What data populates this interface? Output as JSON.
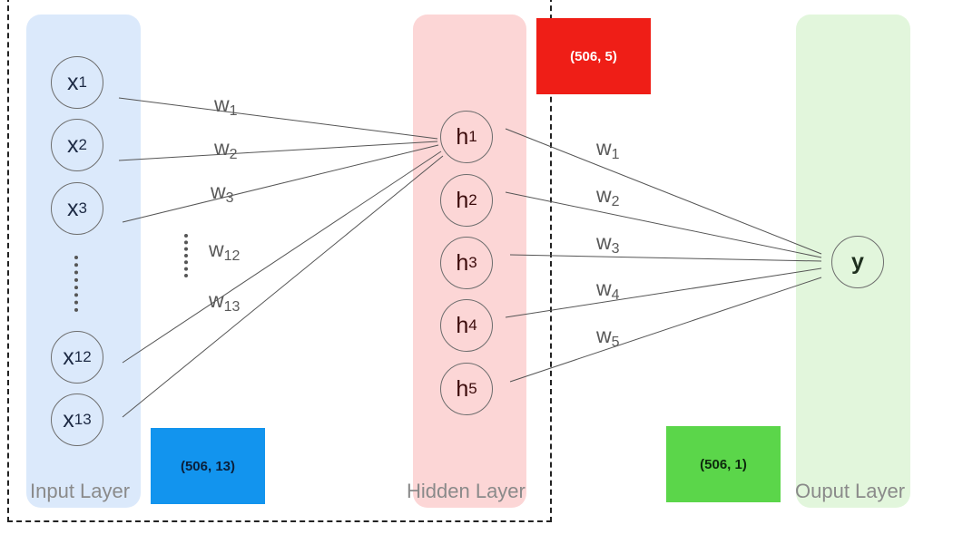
{
  "layers": {
    "input": {
      "label": "Input Layer",
      "color": "#dbe9fb"
    },
    "hidden": {
      "label": "Hidden Layer",
      "color": "#fcd6d6"
    },
    "output": {
      "label": "Ouput Layer",
      "color": "#e2f6dc"
    }
  },
  "input_nodes": [
    {
      "base": "x",
      "sub": "1"
    },
    {
      "base": "x",
      "sub": "2"
    },
    {
      "base": "x",
      "sub": "3"
    },
    {
      "base": "x",
      "sub": "12"
    },
    {
      "base": "x",
      "sub": "13"
    }
  ],
  "hidden_nodes": [
    {
      "base": "h",
      "sub": "1"
    },
    {
      "base": "h",
      "sub": "2"
    },
    {
      "base": "h",
      "sub": "3"
    },
    {
      "base": "h",
      "sub": "4"
    },
    {
      "base": "h",
      "sub": "5"
    }
  ],
  "output_node": {
    "base": "y"
  },
  "input_weights": [
    {
      "base": "w",
      "sub": "1"
    },
    {
      "base": "w",
      "sub": "2"
    },
    {
      "base": "w",
      "sub": "3"
    },
    {
      "base": "w",
      "sub": "12"
    },
    {
      "base": "w",
      "sub": "13"
    }
  ],
  "output_weights": [
    {
      "base": "w",
      "sub": "1"
    },
    {
      "base": "w",
      "sub": "2"
    },
    {
      "base": "w",
      "sub": "3"
    },
    {
      "base": "w",
      "sub": "4"
    },
    {
      "base": "w",
      "sub": "5"
    }
  ],
  "shapes": {
    "input": {
      "text": "(506, 13)",
      "color": "#1294ee"
    },
    "hidden": {
      "text": "(506, 5)",
      "color": "#ef1e17"
    },
    "output": {
      "text": "(506, 1)",
      "color": "#5bd64a"
    }
  }
}
